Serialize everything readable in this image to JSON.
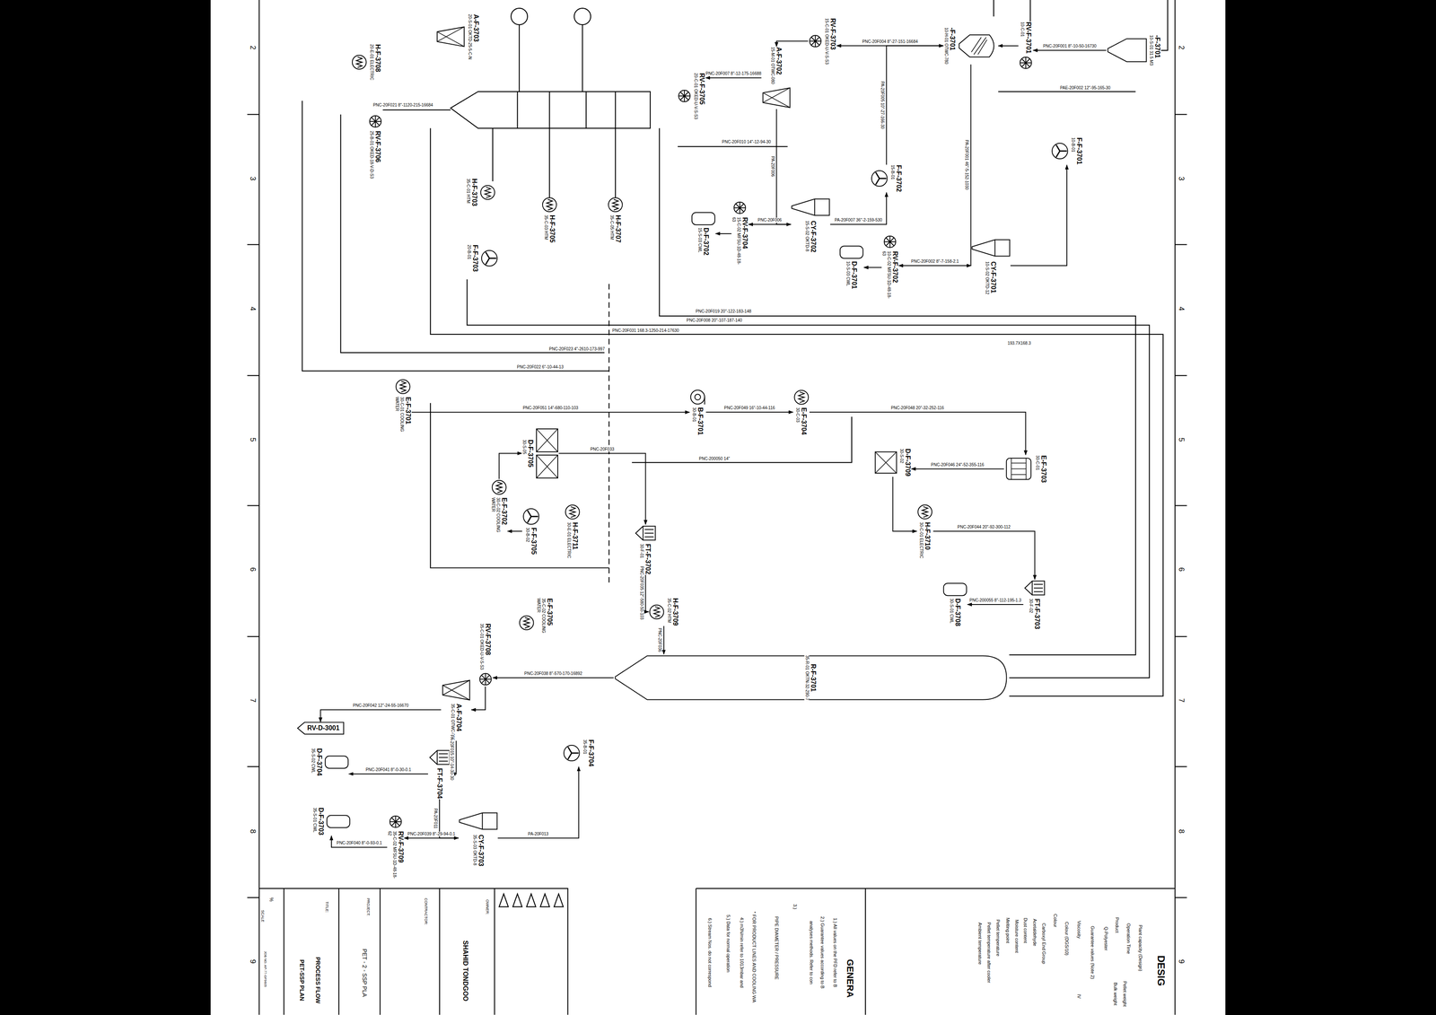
{
  "diagram": {
    "nodes": [
      {
        "text": [
          "-F-3701",
          "10-S-01 31.5 M3"
        ]
      },
      {
        "text": [
          "RV-F-3701",
          "10-C-01"
        ]
      },
      {
        "text": [
          "-F-3701",
          "10-H-01 OTWC-780"
        ]
      },
      {
        "text": [
          "RV-F-3703",
          "15-C-01 OKED-U-V-S-S3"
        ]
      },
      {
        "text": [
          "A-F-3702",
          "15-M-01 OTWC-080"
        ]
      },
      {
        "text": [
          "RV-F-3705",
          "20-C-01 OKED-U-V-S-S3"
        ]
      },
      {
        "text": [
          "A-F-3703",
          "20-S-01 OKTD-25-5-C-N"
        ]
      },
      {
        "text": [
          "H-F-3708",
          "20-E-01 ELECTRIC"
        ]
      },
      {
        "text": [
          "RV-F-3706",
          "25-B-01 OKED-18-V-D-S3"
        ]
      },
      {
        "text": [
          "H-F-3703",
          "35-C-01 HTM"
        ]
      },
      {
        "text": [
          "H-F-3705",
          "35-C-03 HTM"
        ]
      },
      {
        "text": [
          "H-F-3707",
          "35-C-05 HTM"
        ]
      },
      {
        "text": [
          "F-F-3703",
          "20-B-01"
        ]
      },
      {
        "text": [
          "CY-F-3702",
          "15-S-02 OKTD-8"
        ]
      },
      {
        "text": [
          "F-F-3702",
          "15-B-01"
        ]
      },
      {
        "text": [
          "RV-F-3704",
          "15-C-02 MFSU-1D-48-18-63"
        ]
      },
      {
        "text": [
          "D-F-3702",
          "15-S-03 CWL"
        ]
      },
      {
        "text": [
          "CY-F-3701",
          "10-S-02 OKTD-12"
        ]
      },
      {
        "text": [
          "F-F-3701",
          "10-B-01"
        ]
      },
      {
        "text": [
          "RV-F-3702",
          "10-C-02 MFSU-1D-48-18-63"
        ]
      },
      {
        "text": [
          "D-F-3701",
          "10-S-03 CWL"
        ]
      },
      {
        "text": [
          "E-F-3701",
          "30-C-01 COOLING WATER"
        ]
      },
      {
        "text": [
          "B-F-3701",
          "30-B-01"
        ]
      },
      {
        "text": [
          "E-F-3704",
          "30-C-03"
        ]
      },
      {
        "text": [
          "D-F-3705",
          "30-S-05"
        ]
      },
      {
        "text": [
          "E-F-3702",
          "30-C-02 COOLING WATER"
        ]
      },
      {
        "text": [
          "F-F-3705",
          "30-B-02"
        ]
      },
      {
        "text": [
          "H-F-3711",
          "30-E-01 ELECTRIC"
        ]
      },
      {
        "text": [
          "FT-F-3702",
          "30-F-01"
        ]
      },
      {
        "text": [
          "D-F-3709",
          "30-S-02"
        ]
      },
      {
        "text": [
          "E-F-3703",
          "30-C-01"
        ]
      },
      {
        "text": [
          "H-F-3710",
          "30-C-01 ELECTRIC"
        ]
      },
      {
        "text": [
          "FT-F-3703",
          "30-F-02"
        ]
      },
      {
        "text": [
          "D-F-3708",
          "30-S-01 CWL"
        ]
      },
      {
        "text": [
          "H-F-3709",
          "35-C-02 HTM"
        ]
      },
      {
        "text": [
          "E-F-3705",
          "35-C-02 COOLING WATER"
        ]
      },
      {
        "text": [
          "RV-F-3708",
          "35-C-01 OKED-U-V-S-S3"
        ]
      },
      {
        "text": [
          "R-F-3701",
          "35-R-01 OKTN-32-290-7"
        ]
      },
      {
        "text": [
          "A-F-3704",
          "35-C-01 OTWC-080"
        ]
      },
      {
        "text": [
          "RV-D-3001"
        ]
      },
      {
        "text": [
          "F-F-3704",
          "35-B-01"
        ]
      },
      {
        "text": [
          "FT-F-3704"
        ]
      },
      {
        "text": [
          "D-F-3704",
          "35-S-02 CWL"
        ]
      },
      {
        "text": [
          "CY-F-3703",
          "35-S-03 OKTD-8"
        ]
      },
      {
        "text": [
          "RV-F-3709",
          "35-C-02 MFSU-1D-48-18-62"
        ]
      },
      {
        "text": [
          "D-F-3703",
          "35-S-01 CWL"
        ]
      }
    ],
    "edges": [
      {
        "from": 0,
        "to": 1,
        "arrow": "to",
        "label": "PNC-20F001 8\"-10-50-16730"
      },
      {
        "from": 1,
        "to": 2,
        "arrow": "to"
      },
      {
        "from": 2,
        "to": 3,
        "arrow": "to",
        "label": "PNC-20F004 8\"-27-151-16684"
      },
      {
        "from": 3,
        "to": 4,
        "arrow": "to"
      },
      {
        "from": 4,
        "to": 5,
        "arrow": "to",
        "label": "PNC-20F007 8\"-12-175-16688"
      },
      {
        "from": 2,
        "to": 17,
        "arrow": "to",
        "label": "PA-20F001 46\"-5-152-1030"
      },
      {
        "from": 17,
        "to": 18,
        "arrow": "to"
      },
      {
        "from": 17,
        "to": 19,
        "arrow": "to",
        "label": "PNC-20F002 8\"-7-158-2.1"
      },
      {
        "from": 19,
        "to": 20,
        "arrow": "to"
      },
      {
        "from": 4,
        "to": 13,
        "arrow": "to",
        "label": "PA-20F006"
      },
      {
        "from": 13,
        "to": 14,
        "arrow": "to",
        "label": "PA-20F007 36\"-2-159-530"
      },
      {
        "from": 13,
        "to": 15,
        "arrow": "to",
        "label": "PNC-20F006"
      },
      {
        "from": 15,
        "to": 16,
        "arrow": "to"
      },
      {
        "from": 14,
        "to": 2,
        "arrow": "to",
        "label": "PA-20F005 10\"-27-166-30"
      },
      {
        "from": 21,
        "to": 22,
        "arrow": "to",
        "label": "PNC-20F051 14\"-680-110-103"
      },
      {
        "from": 22,
        "to": 23,
        "arrow": "to",
        "label": "PNC-20F049 16\"-10-44-116"
      },
      {
        "from": 23,
        "to": 30,
        "arrow": "to",
        "label": "PNC-20F048 20\"-32-252-116"
      },
      {
        "from": 30,
        "to": 29,
        "arrow": "to",
        "label": "PNC-20F046 24\"-52-355-116"
      },
      {
        "from": 29,
        "to": 31,
        "arrow": "to"
      },
      {
        "from": 31,
        "to": 32,
        "arrow": "to",
        "label": "PNC-20F044 20\"-92-300-112"
      },
      {
        "from": 32,
        "to": 33,
        "arrow": "to",
        "label": "PNC-200055 8\"-112-195-1.3"
      },
      {
        "from": 24,
        "to": 28,
        "arrow": "to",
        "label": "PNC-20F033"
      },
      {
        "from": 28,
        "to": 34,
        "arrow": "to",
        "label": "PNC-20F035 12\"-580-50-103"
      },
      {
        "from": 34,
        "to": 37,
        "arrow": "to",
        "label": "PNC-20F036"
      },
      {
        "from": 37,
        "to": 36,
        "arrow": "to",
        "label": "PNC-20F038 8\"-570-170-16892"
      },
      {
        "from": 36,
        "to": 38,
        "arrow": "to"
      },
      {
        "from": 38,
        "to": 39,
        "arrow": "to",
        "label": "PNC-20F042 12\"-24-55-16670"
      },
      {
        "from": 38,
        "to": 41,
        "arrow": "to",
        "label": "PA-20F015 10\"-14-30-30"
      },
      {
        "from": 41,
        "to": 42,
        "arrow": "to",
        "label": "PNC-20F041 8\"-0-30-0.1"
      },
      {
        "from": 41,
        "to": 43,
        "arrow": "to",
        "label": "PA-20F011"
      },
      {
        "from": 43,
        "to": 44,
        "arrow": "to",
        "label": "PNC-20F039 8\"-29-94-0.1"
      },
      {
        "from": 44,
        "to": 45,
        "arrow": "to",
        "label": "PNC-20F040 8\"-0-93-0.1"
      },
      {
        "from": 43,
        "to": 40,
        "arrow": "to",
        "label": "PA-20F013"
      },
      {
        "from": 26,
        "to": 25,
        "arrow": "to"
      },
      {
        "from": 25,
        "to": 24,
        "arrow": "to"
      }
    ],
    "labels": [
      "2",
      "3",
      "4",
      "5",
      "6",
      "7",
      "8",
      "9",
      "2",
      "3",
      "4",
      "5",
      "6",
      "7",
      "8",
      "9",
      "PNC-20F019 20\"-122-183-148",
      "PNC-20F008 20\"-107-187-140",
      "PNC-20F031 168.3-1250-214-17630",
      "PNC-20F023 4\"-2610-173-997",
      "PNC-20F022 6\"-10-44-13",
      "PNC-20F010 14\"-12-94-30",
      "PNC-200050 14\"",
      "PAE-20F002 12\"-95-165-30",
      "193.7X168.3",
      "PNC-20F021 8\"-1120-215-16684",
      "DESIG",
      "Plant capacity (Design)",
      "Operation Time",
      "Product",
      "Q-Polyester",
      "Guarantee values (Note 2)",
      "Viscosity",
      "IV",
      "Colour (DGS/10)",
      "Colour",
      "Carboxyl End Group",
      "Acetaldehyde",
      "Dust content",
      "Moisture content",
      "Melting point",
      "Pellet temperature",
      "Pellet temperature after cooler",
      "Ambient temperature",
      "Pellet weight",
      "Bulk weight",
      "GENERA",
      "1.) All values on the PFD refer to B",
      "2.) Guarantee values according to B",
      "analyses methods. Refer to con",
      "3.)",
      "PIPE DIAMETER / PRESSURE",
      "* FOR PRODUCT LINES AND COOLING WA",
      "4.) m3N/min refer to 1013mbar and",
      "5.) Data for normal operation",
      "6.) Stream Nos. do not correspond",
      "OWNER:",
      "SHAHID TONDGOO",
      "CONTRACTOR:",
      "PROJECT:",
      "PET - 2 - SSP PLA",
      "TITLE:",
      "PROCESS FLOW",
      "PET-SSP PLAN",
      "SCALE",
      "%",
      "JOB NO. AP-77-GF9605"
    ]
  }
}
